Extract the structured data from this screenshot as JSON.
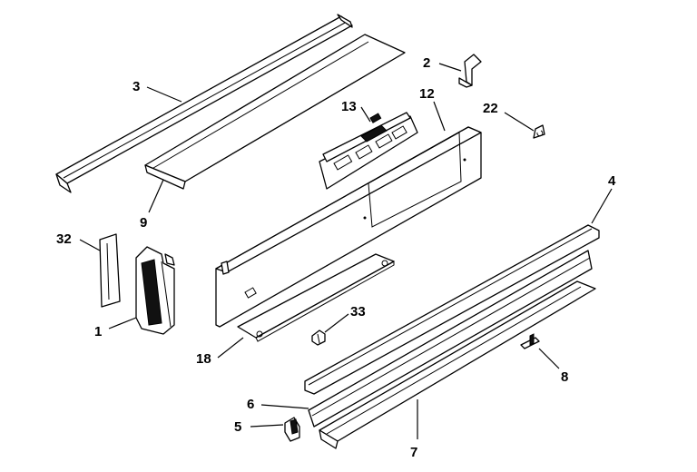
{
  "diagram": {
    "background": "#ffffff",
    "line_color": "#000000",
    "callouts": [
      {
        "id": "c3",
        "label": "3",
        "part": "top-trim-rail"
      },
      {
        "id": "c9",
        "label": "9",
        "part": "top-channel"
      },
      {
        "id": "c13",
        "label": "13",
        "part": "control-board"
      },
      {
        "id": "c12",
        "label": "12",
        "part": "control-panel"
      },
      {
        "id": "c2",
        "label": "2",
        "part": "clip"
      },
      {
        "id": "c22",
        "label": "22",
        "part": "small-clip"
      },
      {
        "id": "c4",
        "label": "4",
        "part": "front-trim-rail"
      },
      {
        "id": "c32",
        "label": "32",
        "part": "bracket-plate"
      },
      {
        "id": "c1",
        "label": "1",
        "part": "end-bracket"
      },
      {
        "id": "c33",
        "label": "33",
        "part": "connector"
      },
      {
        "id": "c18",
        "label": "18",
        "part": "backing-plate"
      },
      {
        "id": "c8",
        "label": "8",
        "part": "small-bracket"
      },
      {
        "id": "c6",
        "label": "6",
        "part": "lower-trim-strip"
      },
      {
        "id": "c5",
        "label": "5",
        "part": "end-cap"
      },
      {
        "id": "c7",
        "label": "7",
        "part": "bottom-channel"
      }
    ]
  }
}
